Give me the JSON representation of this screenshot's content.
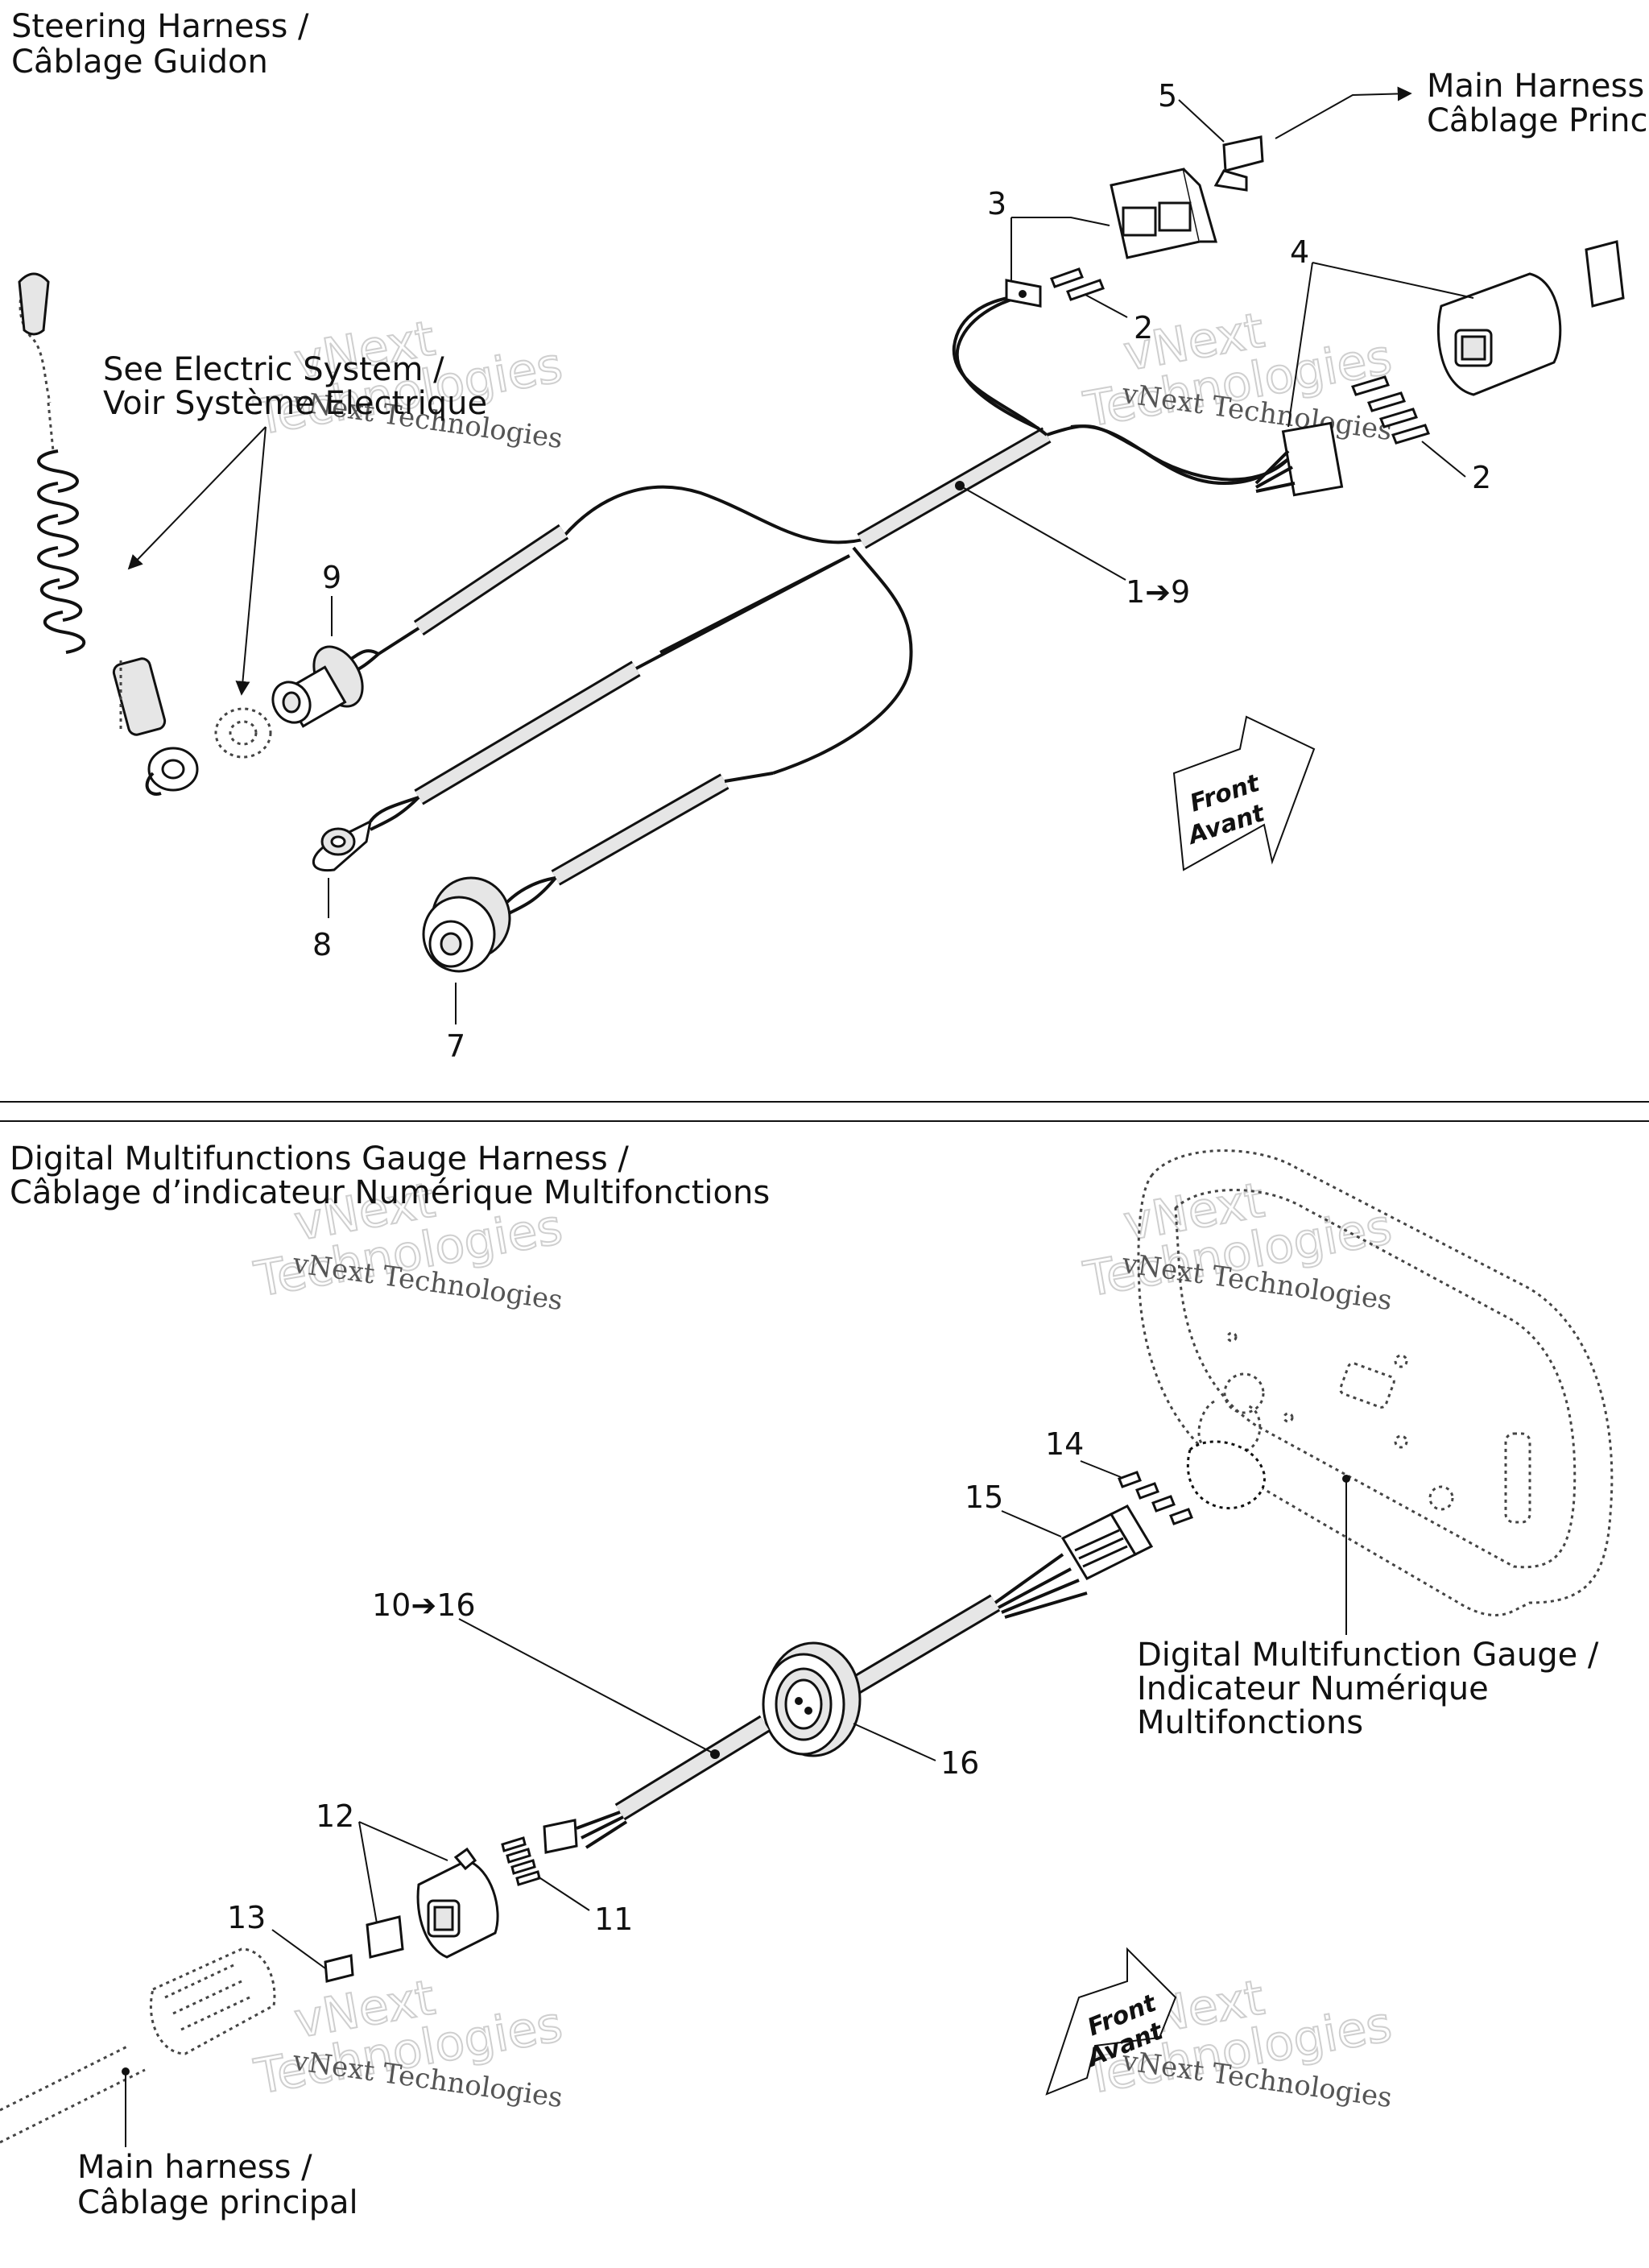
{
  "top_section": {
    "title_line1": "Steering Harness /",
    "title_line2": "Câblage Guidon",
    "main_harness_line1": "Main Harness",
    "main_harness_line2": "Câblage Princ",
    "see_electric_line1": "See Electric System /",
    "see_electric_line2": "Voir Système Electrique",
    "callouts": {
      "c1": "1➔9",
      "c2a": "2",
      "c2b": "2",
      "c3": "3",
      "c4": "4",
      "c5": "5",
      "c7": "7",
      "c8": "8",
      "c9": "9"
    },
    "front_arrow_line1": "Front",
    "front_arrow_line2": "Avant"
  },
  "bottom_section": {
    "title_line1": "Digital Multifunctions Gauge Harness /",
    "title_line2": "Câblage d’indicateur Numérique Multifonctions",
    "gauge_line1": "Digital Multifunction Gauge /",
    "gauge_line2": "Indicateur Numérique",
    "gauge_line3": "Multifonctions",
    "main_harness_line1": "Main harness /",
    "main_harness_line2": "Câblage principal",
    "callouts": {
      "c10": "10➔16",
      "c11": "11",
      "c12": "12",
      "c13": "13",
      "c14": "14",
      "c15": "15",
      "c16": "16"
    },
    "front_arrow_line1": "Front",
    "front_arrow_line2": "Avant"
  },
  "watermark": {
    "line1": "vNext Technologies",
    "line2": "vNext",
    "line3": "Technologies"
  }
}
